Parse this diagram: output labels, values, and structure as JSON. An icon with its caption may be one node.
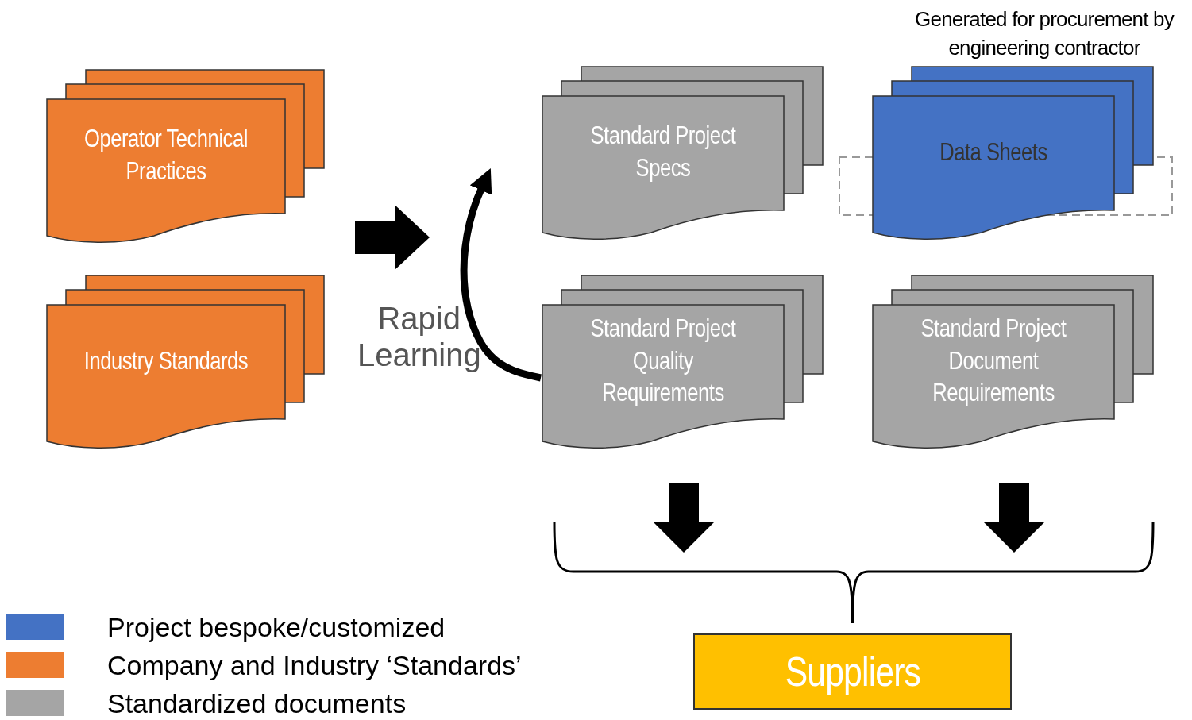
{
  "diagram": {
    "nodes": [
      {
        "text": [
          "Operator Technical Practices"
        ]
      },
      {
        "text": [
          "Industry Standards"
        ]
      },
      {
        "text": [
          "Standard Project Specs"
        ]
      },
      {
        "text": [
          "Data Sheets"
        ],
        "beside": [
          "Generated for procurement by engineering contractor"
        ]
      },
      {
        "text": [
          "Standard Project Quality Requirements"
        ]
      },
      {
        "text": [
          "Standard Project Document Requirements"
        ]
      },
      {
        "text": [
          "Suppliers"
        ]
      },
      {
        "text": [],
        "shape": "box"
      }
    ],
    "edges": [
      {
        "from": 4,
        "to": null,
        "arrow": "to",
        "label": "Rapid Learning"
      },
      {
        "from": 4,
        "to": 6,
        "arrow": "to",
        "style": "thick"
      },
      {
        "from": 5,
        "to": 6,
        "arrow": "to",
        "style": "thick"
      }
    ],
    "legend": [
      {
        "text": "Project bespoke/customized",
        "color": "#4472c4"
      },
      {
        "text": "Company and Industry ‘Standards’",
        "color": "#ed7d31"
      },
      {
        "text": "Standardized documents",
        "color": "#a5a5a5"
      }
    ]
  }
}
